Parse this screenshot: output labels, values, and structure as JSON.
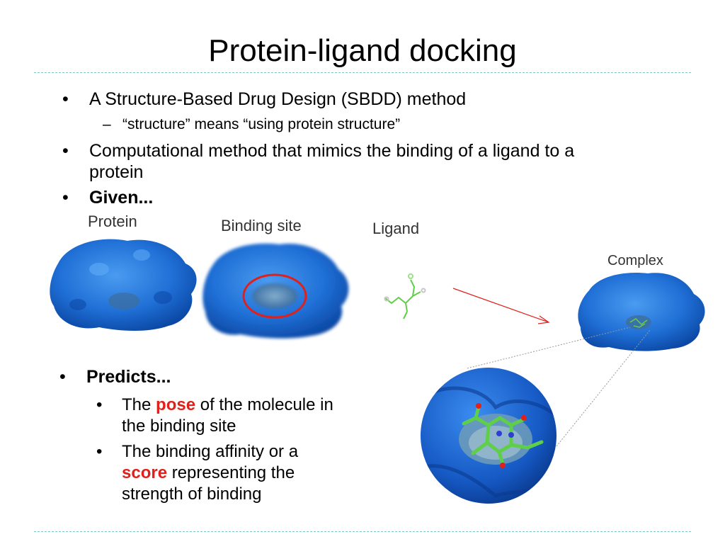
{
  "slide": {
    "title": "Protein-ligand docking",
    "bullets": {
      "b1": "A Structure-Based Drug Design (SBDD) method",
      "b1_sub": "“structure” means “using protein structure”",
      "b2_line1": "Computational method that mimics the binding of a ligand to a",
      "b2_line2": "protein",
      "b3": "Given...",
      "bullet_char": "•",
      "dash_char": "–"
    },
    "figure": {
      "label_protein": "Protein",
      "label_binding_site": "Binding site",
      "label_ligand": "Ligand",
      "label_complex": "Complex"
    },
    "predicts": {
      "heading": "Predicts...",
      "item1_pre": "The ",
      "item1_em": "pose",
      "item1_post": " of the molecule in",
      "item1_line2": "the binding site",
      "item2_line1": "The binding affinity or a",
      "item2_em": "score",
      "item2_post": " representing the",
      "item2_line3": "strength of binding"
    },
    "colors": {
      "protein": "#1f6fd6",
      "highlight": "#e0201b",
      "ligand": "#5fcf4a",
      "accent_rule": "#7cc8c4"
    }
  }
}
